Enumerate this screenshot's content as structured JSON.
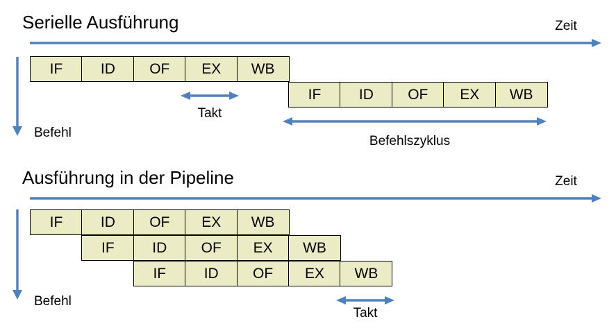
{
  "colors": {
    "accent_blue": "#4f81bd",
    "box_fill": "#ebecc6",
    "box_border": "#000000",
    "text": "#000000",
    "background": "#ffffff"
  },
  "serial": {
    "title": "Serielle Ausführung",
    "time_axis_label": "Zeit",
    "instruction_axis_label": "Befehl",
    "clock_label": "Takt",
    "cycle_label": "Befehlszyklus",
    "rows": [
      {
        "stages": [
          "IF",
          "ID",
          "OF",
          "EX",
          "WB"
        ]
      },
      {
        "stages": [
          "IF",
          "ID",
          "OF",
          "EX",
          "WB"
        ]
      }
    ]
  },
  "pipeline": {
    "title": "Ausführung in der Pipeline",
    "time_axis_label": "Zeit",
    "instruction_axis_label": "Befehl",
    "clock_label": "Takt",
    "rows": [
      {
        "stages": [
          "IF",
          "ID",
          "OF",
          "EX",
          "WB"
        ]
      },
      {
        "stages": [
          "IF",
          "ID",
          "OF",
          "EX",
          "WB"
        ]
      },
      {
        "stages": [
          "IF",
          "ID",
          "OF",
          "EX",
          "WB"
        ]
      }
    ]
  }
}
